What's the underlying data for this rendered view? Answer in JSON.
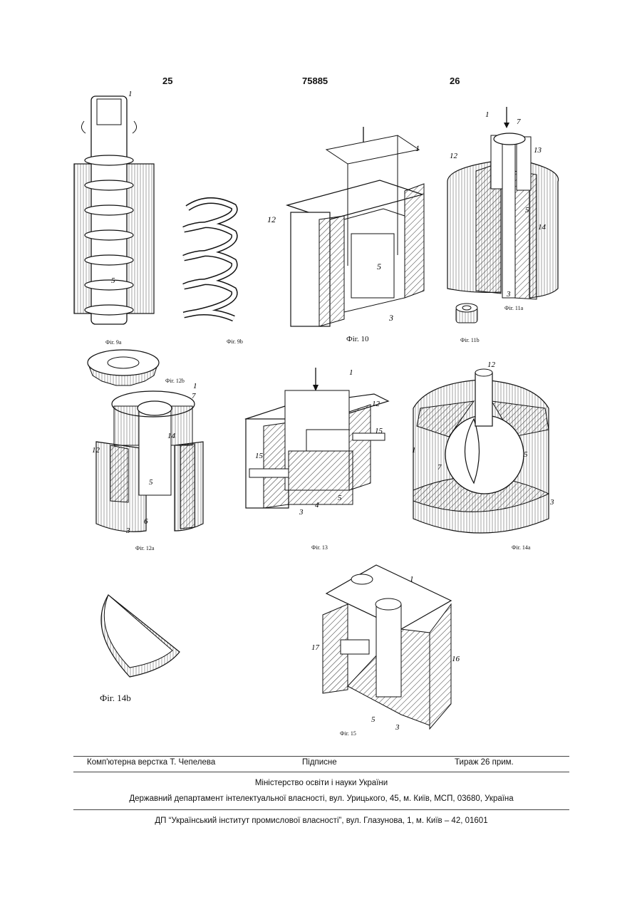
{
  "header": {
    "left": "25",
    "center": "75885",
    "right": "26"
  },
  "figures": [
    {
      "id": "9a",
      "caption": "Фіг. 9а"
    },
    {
      "id": "9b",
      "caption": "Фіг. 9b"
    },
    {
      "id": "10",
      "caption": "Фіг. 10"
    },
    {
      "id": "11a",
      "caption": "Фіг. 11а"
    },
    {
      "id": "11b",
      "caption": "Фіг. 11b"
    },
    {
      "id": "12b",
      "caption": "Фіг. 12b"
    },
    {
      "id": "12a",
      "caption": "Фіг. 12а"
    },
    {
      "id": "13",
      "caption": "Фіг. 13"
    },
    {
      "id": "14a",
      "caption": "Фіг. 14а"
    },
    {
      "id": "14b",
      "caption": "Фіг. 14b"
    },
    {
      "id": "15",
      "caption": "Фіг. 15"
    }
  ],
  "labels": {
    "f9a": [
      "1",
      "5"
    ],
    "f10": [
      "1",
      "12",
      "5",
      "3"
    ],
    "f11a": [
      "1",
      "7",
      "13",
      "12",
      "5",
      "14",
      "3"
    ],
    "f12a": [
      "1",
      "7",
      "14",
      "12",
      "5",
      "3",
      "6"
    ],
    "f13": [
      "1",
      "12",
      "15",
      "15",
      "4",
      "5",
      "3"
    ],
    "f14a": [
      "12",
      "1",
      "7",
      "5",
      "3"
    ],
    "f15": [
      "1",
      "17",
      "16",
      "5",
      "3"
    ]
  },
  "footer": {
    "compiler": "Комп'ютерна верстка Т. Чепелева",
    "signed": "Підписне",
    "circulation": "Тираж 26 прим.",
    "ministry": "Міністерство освіти і науки України",
    "department": "Державний департамент інтелектуальної власності, вул. Урицького, 45, м. Київ, МСП, 03680, Україна",
    "institute": "ДП “Український інститут промислової власності”, вул. Глазунова, 1, м. Київ – 42, 01601"
  }
}
